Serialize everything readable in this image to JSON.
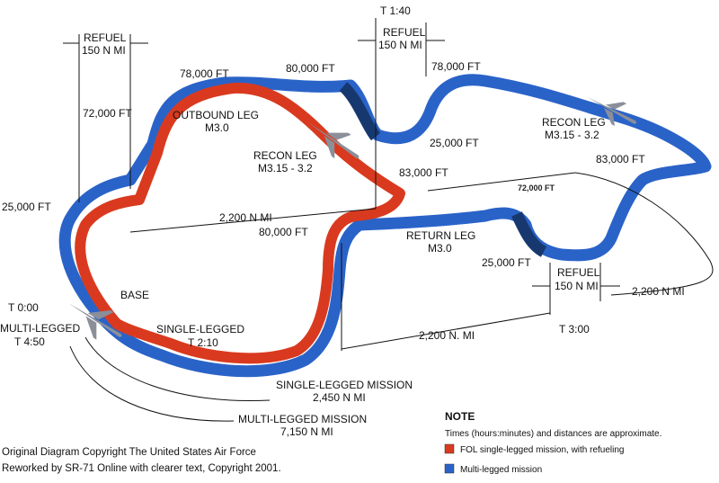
{
  "labels": {
    "refuel_left_title": "REFUEL",
    "refuel_left_dist": "150 N MI",
    "t140": "T 1:40",
    "refuel_top_title": "REFUEL",
    "refuel_top_dist": "150 N MI",
    "alt_78000_a": "78,000 FT",
    "alt_80000_a": "80,000 FT",
    "alt_78000_b": "78,000 FT",
    "alt_72000_a": "72,000 FT",
    "outbound_title": "OUTBOUND LEG",
    "outbound_speed": "M3.0",
    "recon_right_title": "RECON LEG",
    "recon_right_speed": "M3.15 - 3.2",
    "alt_25000_a": "25,000 FT",
    "recon_mid_title": "RECON LEG",
    "recon_mid_speed": "M3.15 - 3.2",
    "alt_83000_a": "83,000 FT",
    "alt_83000_b": "83,000 FT",
    "alt_72000_b": "72,000 FT",
    "alt_25000_left": "25,000 FT",
    "dist_2200_left": "2,200 N MI",
    "alt_80000_b": "80,000 FT",
    "return_title": "RETURN LEG",
    "return_speed": "M3.0",
    "alt_25000_c": "25,000 FT",
    "refuel_right_title": "REFUEL",
    "refuel_right_dist": "150 N MI",
    "dist_2200_right": "2,200 N MI",
    "base": "BASE",
    "t000": "T 0:00",
    "multi_legged": "MULTI-LEGGED",
    "t450": "T 4:50",
    "single_legged": "SINGLE-LEGGED",
    "t210": "T 2:10",
    "t300": "T 3:00",
    "dist_2200_bottom": "2,200 N. MI",
    "single_mission": "SINGLE-LEGGED MISSION",
    "single_mission_dist": "2,450 N MI",
    "multi_mission": "MULTI-LEGGED MISSION",
    "multi_mission_dist": "7,150 N MI"
  },
  "note": {
    "heading": "NOTE",
    "text": "Times (hours:minutes) and distances are approximate.",
    "legend_red": "FOL single-legged mission, with refueling",
    "legend_blue": "Multi-legged mission"
  },
  "copyright": {
    "line1": "Original Diagram Copyright The United States Air Force",
    "line2": "Reworked by SR-71 Online with clearer text, Copyright 2001."
  },
  "colors": {
    "red_route": "#d93a1f",
    "blue_route": "#2a63c8",
    "blue_dark": "#17386f",
    "aircraft": "#8a8f99"
  },
  "icons": [
    "aircraft-icon"
  ]
}
